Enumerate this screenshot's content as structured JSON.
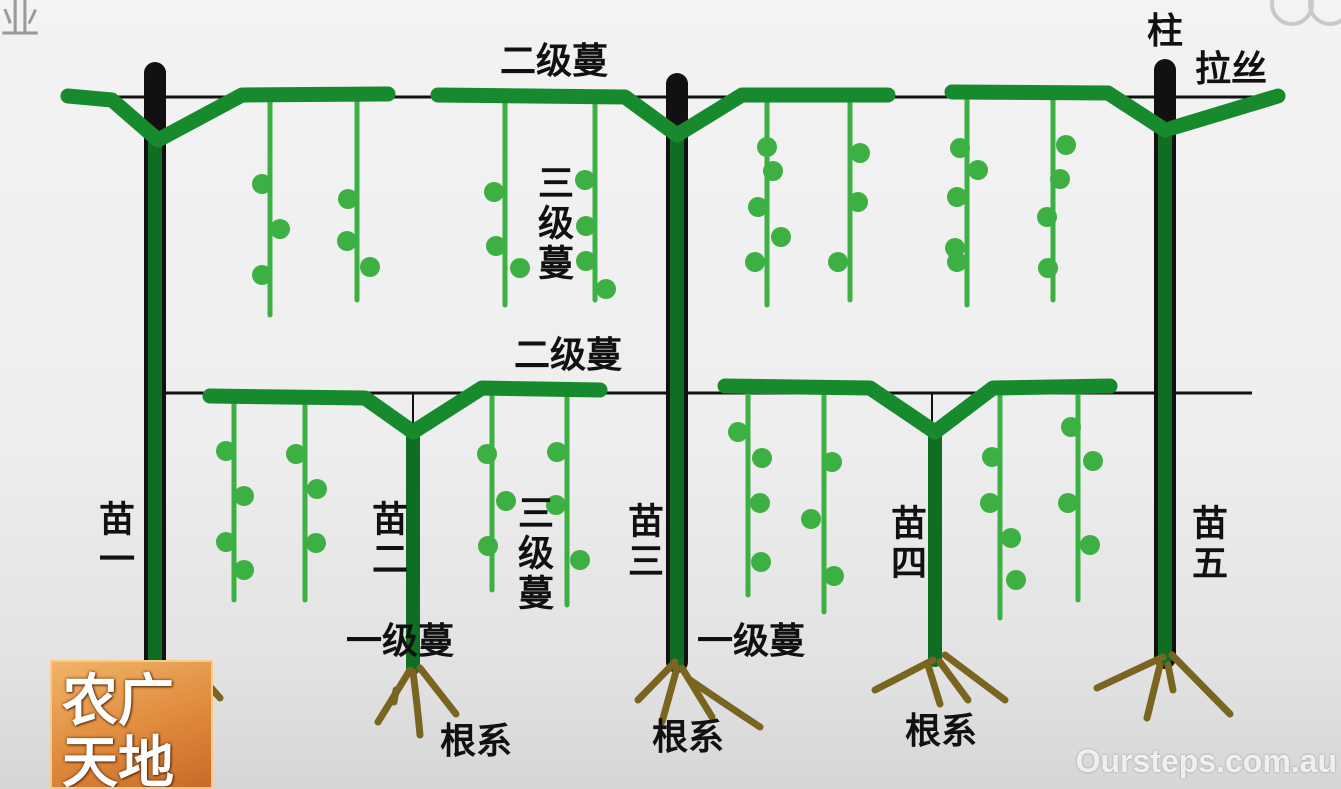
{
  "diagram": {
    "secondary_vine_labels": [
      "二级蔓",
      "二级蔓"
    ],
    "tertiary_vine_labels": [
      "三级蔓",
      "三级蔓"
    ],
    "seedling_labels": [
      "苗一",
      "苗二",
      "苗三",
      "苗四",
      "苗五"
    ],
    "primary_vine_labels": [
      "一级蔓",
      "一级蔓"
    ],
    "root_labels": [
      "根系",
      "根系",
      "根系"
    ],
    "post_label": "柱",
    "wire_label": "拉丝"
  },
  "overlay": {
    "corner_text": "业",
    "logo_line1": "农广",
    "logo_line2": "天地",
    "watermark": "Oursteps.com.au"
  },
  "colors": {
    "trunk": "#0e6e24",
    "vine": "#178a2d",
    "tendril": "#3cb043",
    "root": "#7a6520",
    "post": "#111111",
    "wire": "#111111"
  }
}
